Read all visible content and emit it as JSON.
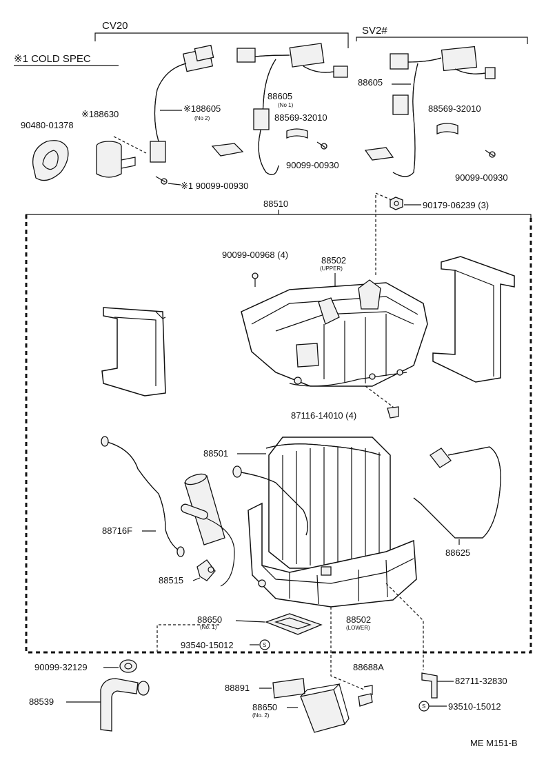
{
  "header": {
    "cold_spec": "※1 COLD SPEC",
    "cv20": "CV20",
    "sv2": "SV2#"
  },
  "labels": {
    "p90480": "90480-01378",
    "p188630": "※188630",
    "p188605": "※188605",
    "p188605_sub": "(No 2)",
    "p88605_cv": "88605",
    "p88605_cv_sub": "(No 1)",
    "p88569_cv": "88569-32010",
    "p90099_00930_cv": "90099-00930",
    "p190099": "※1 90099-00930",
    "p88605_sv": "88605",
    "p88569_sv": "88569-32010",
    "p90099_00930_sv": "90099-00930",
    "p90179": "90179-06239 (3)",
    "p88510": "88510",
    "p90099_00968": "90099-00968 (4)",
    "p88502_upper": "88502",
    "p88502_upper_sub": "(UPPER)",
    "p87116": "87116-14010 (4)",
    "p88501": "88501",
    "p88716f": "88716F",
    "p88625": "88625",
    "p88515": "88515",
    "p88650_no1": "88650",
    "p88650_no1_sub": "(No. 1)",
    "p88502_lower": "88502",
    "p88502_lower_sub": "(LOWER)",
    "p93540": "93540-15012",
    "p90099_32129": "90099-32129",
    "p88688a": "88688A",
    "p82711": "82711-32830",
    "p88891": "88891",
    "p88539": "88539",
    "p88650_no2": "88650",
    "p88650_no2_sub": "(No. 2)",
    "p93510": "93510-15012",
    "s_symbol": "S",
    "doc_code": "ME M151-B"
  }
}
